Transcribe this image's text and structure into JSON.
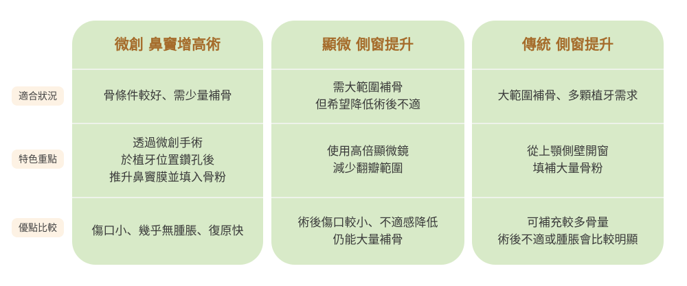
{
  "row_labels": [
    "適合狀況",
    "特色重點",
    "優點比較"
  ],
  "columns": [
    {
      "title": "微創 鼻竇增高術",
      "rows": [
        "骨條件較好、需少量補骨",
        "透過微創手術\n於植牙位置鑽孔後\n推升鼻竇膜並填入骨粉",
        "傷口小、幾乎無腫脹、復原快"
      ]
    },
    {
      "title": "顯微 側窗提升",
      "rows": [
        "需大範圍補骨\n但希望降低術後不適",
        "使用高倍顯微鏡\n減少翻瓣範圍",
        "術後傷口較小、不適感降低\n仍能大量補骨"
      ]
    },
    {
      "title": "傳統 側窗提升",
      "rows": [
        "大範圍補骨、多顆植牙需求",
        "從上顎側壁開窗\n填補大量骨粉",
        "可補充較多骨量\n術後不適或腫脹會比較明顯"
      ]
    }
  ]
}
